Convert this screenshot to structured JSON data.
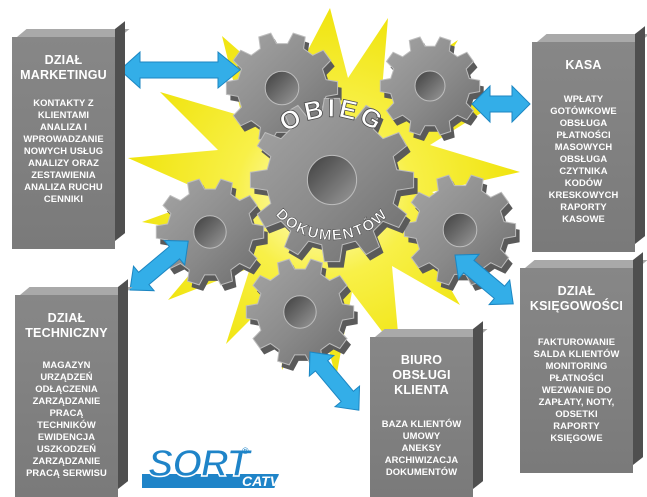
{
  "center": {
    "line1": "OBIEG",
    "line2": "DOKUMENTÓW"
  },
  "boxes": {
    "marketing": {
      "title": [
        "DZIAŁ",
        "MARKETINGU"
      ],
      "items": [
        "KONTAKTY Z",
        "KLIENTAMI",
        "ANALIZA I",
        "WPROWADZANIE",
        "NOWYCH USŁUG",
        "ANALIZY ORAZ",
        "ZESTAWIENIA",
        "ANALIZA RUCHU",
        "CENNIKI"
      ]
    },
    "kasa": {
      "title": [
        "KASA"
      ],
      "items": [
        "WPŁATY",
        "GOTÓWKOWE",
        "OBSŁUGA",
        "PŁATNOŚCI",
        "MASOWYCH",
        "OBSŁUGA",
        "CZYTNIKA",
        "KODÓW",
        "KRESKOWYCH",
        "RAPORTY",
        "KASOWE"
      ]
    },
    "techniczny": {
      "title": [
        "DZIAŁ",
        "TECHNICZNY"
      ],
      "items": [
        "MAGAZYN",
        "URZĄDZEŃ",
        "ODŁĄCZENIA",
        "ZARZĄDZANIE",
        "PRACĄ",
        "TECHNIKÓW",
        "EWIDENCJA",
        "USZKODZEŃ",
        "ZARZĄDZANIE",
        "PRACĄ SERWISU"
      ]
    },
    "ksiegowosc": {
      "title": [
        "DZIAŁ",
        "KSIĘGOWOŚCI"
      ],
      "items": [
        "FAKTUROWANIE",
        "SALDA KLIENTÓW",
        "MONITORING",
        "PŁATNOŚCI",
        "WEZWANIE DO",
        "ZAPŁATY, NOTY,",
        "ODSETKI",
        "RAPORTY",
        "KSIĘGOWE"
      ]
    },
    "biuro": {
      "title": [
        "BIURO",
        "OBSŁUGI",
        "KLIENTA"
      ],
      "items": [
        "BAZA KLIENTÓW",
        "UMOWY",
        "ANEKSY",
        "ARCHIWIZACJA",
        "DOKUMENTÓW"
      ]
    }
  },
  "logo": {
    "main": "SORT",
    "reg": "®",
    "sub": "CATV"
  },
  "colors": {
    "burst": "#f5ee1e",
    "burst_edge": "#ffffa8",
    "gear": "#8c8c8c",
    "gear_dark": "#5a5a5a",
    "gear_light": "#bdbdbd",
    "arrow": "#33aee8",
    "arrow_dark": "#1c86c2",
    "box": "#828282",
    "logo_blue": "#1f84c8"
  }
}
